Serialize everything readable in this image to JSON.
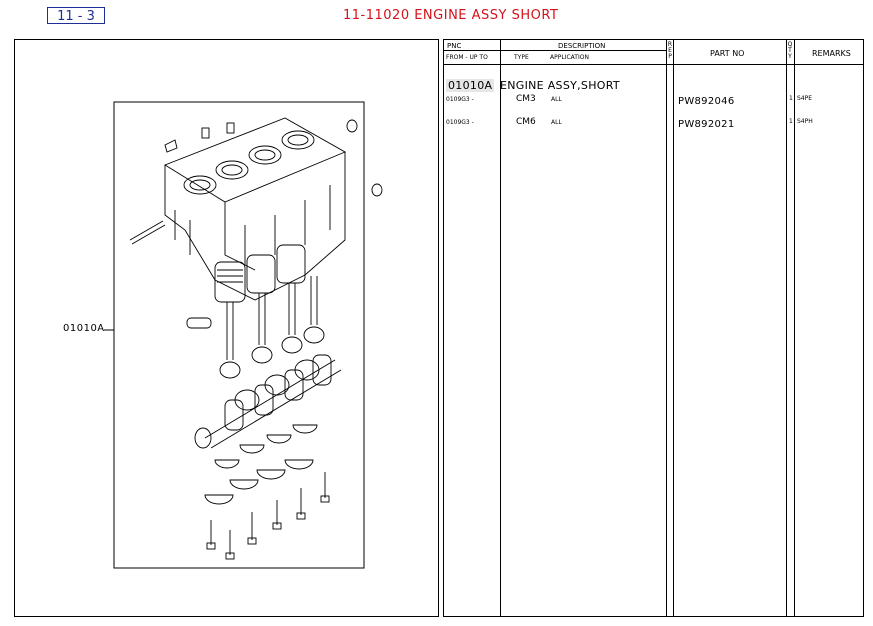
{
  "page_ref": "11 - 3",
  "title": "11-11020  ENGINE ASSY SHORT",
  "illustration": {
    "callout_label": "01010A"
  },
  "table": {
    "headers": {
      "pnc": "PNC",
      "from_up_to": "FROM  -  UP TO",
      "description": "DESCRIPTION",
      "type": "TYPE",
      "application": "APPLICATION",
      "rep": "R E P",
      "part_no": "PART NO",
      "qty": "Q T Y",
      "remarks": "REMARKS"
    },
    "group": {
      "pnc": "01010A",
      "description": "ENGINE ASSY,SHORT"
    },
    "rows": [
      {
        "from": "0109G3 -",
        "type": "CM3",
        "application": "ALL",
        "part_no": "PW892046",
        "qty": "1",
        "remarks": "S4PE"
      },
      {
        "from": "0109G3 -",
        "type": "CM6",
        "application": "ALL",
        "part_no": "PW892021",
        "qty": "1",
        "remarks": "S4PH"
      }
    ]
  }
}
